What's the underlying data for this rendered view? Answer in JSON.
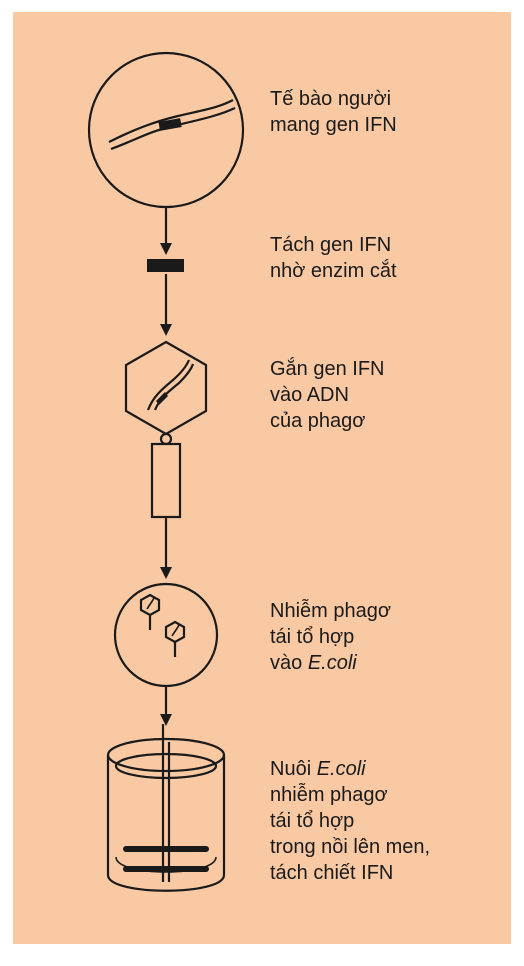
{
  "colors": {
    "background": "#f9c9a4",
    "ink": "#1a1a1a"
  },
  "steps": [
    {
      "id": "human-cell",
      "icon": "human-cell-with-ifn-gene",
      "lines": [
        "Tế bào người",
        "mang gen IFN"
      ]
    },
    {
      "id": "isolate-gene",
      "icon": "ifn-gene-fragment",
      "lines": [
        "Tách gen IFN",
        "nhờ enzim cắt"
      ]
    },
    {
      "id": "insert-phage",
      "icon": "bacteriophage",
      "lines": [
        "Gắn gen IFN",
        "vào ADN",
        "của phagơ"
      ]
    },
    {
      "id": "infect-ecoli",
      "icon": "ecoli-cell-with-phages",
      "lines": [
        "Nhiễm phagơ",
        "tái tổ hợp",
        "vào "
      ],
      "italic_tail": "E.coli"
    },
    {
      "id": "ferment",
      "icon": "fermentation-tank",
      "lines": [
        "Nuôi ",
        "nhiễm phagơ",
        "tái tổ hợp",
        "trong nồi lên men,",
        "tách chiết IFN"
      ],
      "italic_head": "E.coli"
    }
  ]
}
